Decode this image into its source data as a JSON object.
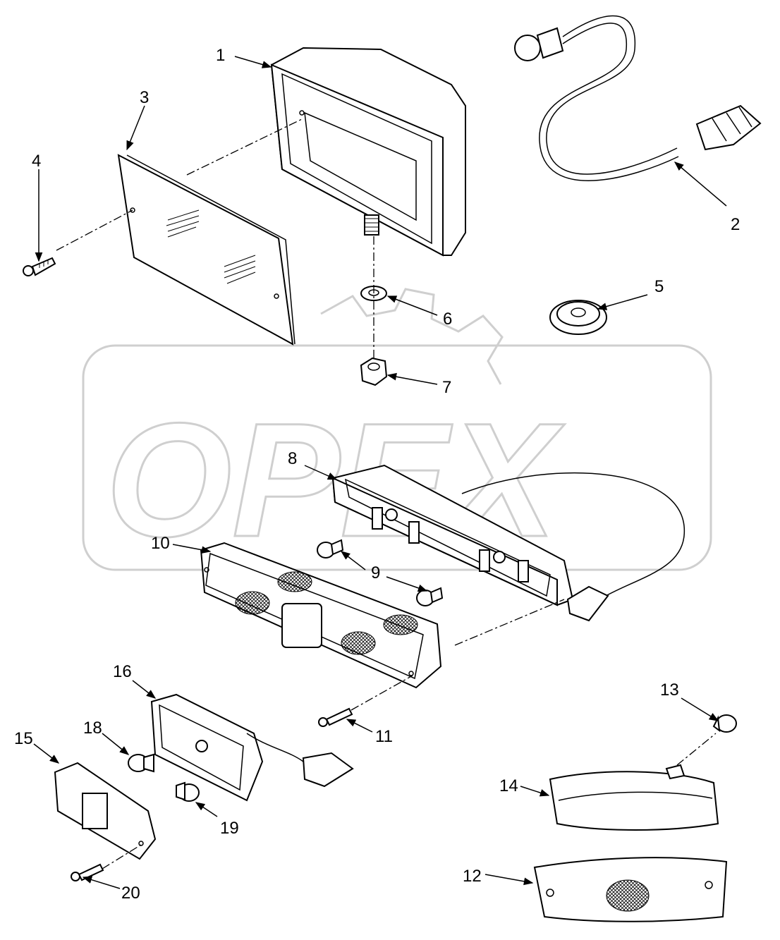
{
  "watermark": "OPEX",
  "callouts": [
    {
      "id": "1",
      "label": "1"
    },
    {
      "id": "2",
      "label": "2"
    },
    {
      "id": "3",
      "label": "3"
    },
    {
      "id": "4",
      "label": "4"
    },
    {
      "id": "5",
      "label": "5"
    },
    {
      "id": "6",
      "label": "6"
    },
    {
      "id": "7",
      "label": "7"
    },
    {
      "id": "8",
      "label": "8"
    },
    {
      "id": "9",
      "label": "9"
    },
    {
      "id": "10",
      "label": "10"
    },
    {
      "id": "11",
      "label": "11"
    },
    {
      "id": "12",
      "label": "12"
    },
    {
      "id": "13",
      "label": "13"
    },
    {
      "id": "14",
      "label": "14"
    },
    {
      "id": "15",
      "label": "15"
    },
    {
      "id": "16",
      "label": "16"
    },
    {
      "id": "18",
      "label": "18"
    },
    {
      "id": "19",
      "label": "19"
    },
    {
      "id": "20",
      "label": "20"
    }
  ]
}
